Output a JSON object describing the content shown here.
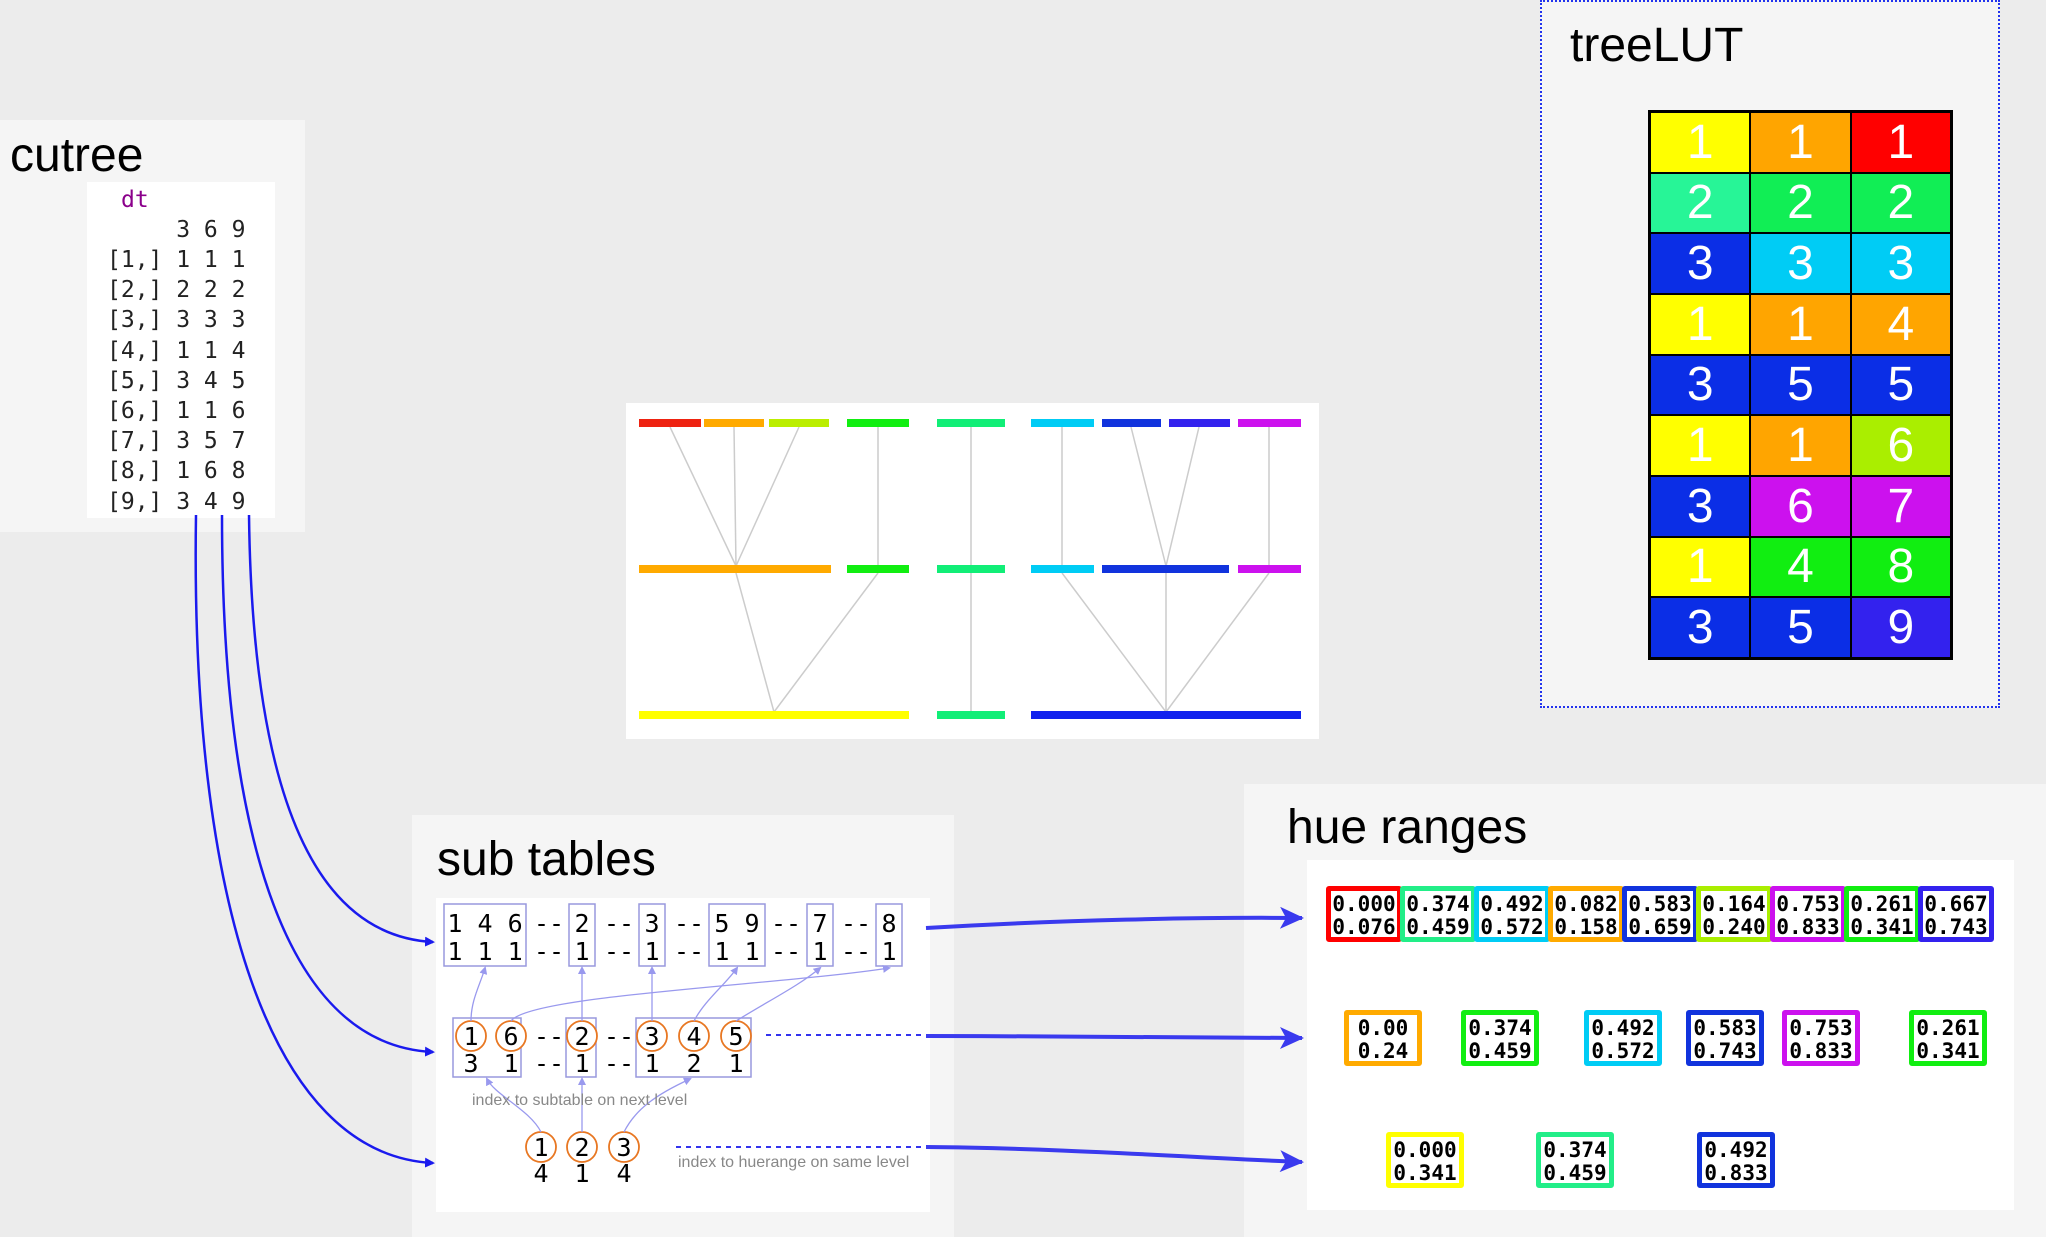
{
  "cutree": {
    "title": "cutree",
    "var_name": "dt",
    "header": "     3 6 9",
    "rows": [
      "[1,] 1 1 1",
      "[2,] 2 2 2",
      "[3,] 3 3 3",
      "[4,] 1 1 4",
      "[5,] 3 4 5",
      "[6,] 1 1 6",
      "[7,] 3 5 7",
      "[8,] 1 6 8",
      "[9,] 3 4 9"
    ]
  },
  "treelut": {
    "title": "treeLUT",
    "cells": [
      [
        {
          "v": "1",
          "c": "#ffff00"
        },
        {
          "v": "1",
          "c": "#ffa500"
        },
        {
          "v": "1",
          "c": "#ff0000"
        }
      ],
      [
        {
          "v": "2",
          "c": "#27f597"
        },
        {
          "v": "2",
          "c": "#11ee55"
        },
        {
          "v": "2",
          "c": "#11ee55"
        }
      ],
      [
        {
          "v": "3",
          "c": "#0b2ee6"
        },
        {
          "v": "3",
          "c": "#00ccf5"
        },
        {
          "v": "3",
          "c": "#00ccf5"
        }
      ],
      [
        {
          "v": "1",
          "c": "#ffff00"
        },
        {
          "v": "1",
          "c": "#ffa500"
        },
        {
          "v": "4",
          "c": "#ffa500"
        }
      ],
      [
        {
          "v": "3",
          "c": "#0b2ee6"
        },
        {
          "v": "5",
          "c": "#0b2ee6"
        },
        {
          "v": "5",
          "c": "#0b2ee6"
        }
      ],
      [
        {
          "v": "1",
          "c": "#ffff00"
        },
        {
          "v": "1",
          "c": "#ffa500"
        },
        {
          "v": "6",
          "c": "#aaee00"
        }
      ],
      [
        {
          "v": "3",
          "c": "#0b2ee6"
        },
        {
          "v": "6",
          "c": "#cc11ee"
        },
        {
          "v": "7",
          "c": "#cc11ee"
        }
      ],
      [
        {
          "v": "1",
          "c": "#ffff00"
        },
        {
          "v": "4",
          "c": "#11ee11"
        },
        {
          "v": "8",
          "c": "#11ee11"
        }
      ],
      [
        {
          "v": "3",
          "c": "#0b2ee6"
        },
        {
          "v": "5",
          "c": "#0b2ee6"
        },
        {
          "v": "9",
          "c": "#3322ee"
        }
      ]
    ]
  },
  "tree": {
    "top": [
      "#ee2211",
      "#ffaa00",
      "#bbee00",
      "#11ee11",
      "#11ee77",
      "#00ccf5",
      "#1133dd",
      "#3322ee",
      "#cc11ee"
    ],
    "mid": [
      "#ffaa00",
      "#11ee11",
      "#11ee77",
      "#00ccf5",
      "#1133dd",
      "#cc11ee"
    ],
    "bottom": [
      "#ffff00",
      "#11ee77",
      "#1122ee"
    ]
  },
  "subtables": {
    "title": "sub tables",
    "level1_top": [
      "1 4 6",
      "2",
      "3",
      "5 9",
      "7",
      "8"
    ],
    "level1_bottom": [
      "1 1 1",
      "1",
      "1",
      "1 1",
      "1",
      "1"
    ],
    "level2_top": [
      "1",
      "6",
      "2",
      "3",
      "4",
      "5"
    ],
    "level2_bottom": [
      "3",
      "1",
      "1",
      "1",
      "2",
      "1"
    ],
    "level3_top": [
      "1",
      "2",
      "3"
    ],
    "level3_bottom": [
      "4",
      "1",
      "4"
    ],
    "sep": "--",
    "note_next": "index to subtable on next level",
    "note_same": "index to huerange on same level"
  },
  "hueranges": {
    "title": "hue ranges",
    "row1": [
      {
        "a": "0.000",
        "b": "0.076",
        "c": "#ff0000"
      },
      {
        "a": "0.374",
        "b": "0.459",
        "c": "#22ee88"
      },
      {
        "a": "0.492",
        "b": "0.572",
        "c": "#00ccf5"
      },
      {
        "a": "0.082",
        "b": "0.158",
        "c": "#ffaa00"
      },
      {
        "a": "0.583",
        "b": "0.659",
        "c": "#1133dd"
      },
      {
        "a": "0.164",
        "b": "0.240",
        "c": "#aaee00"
      },
      {
        "a": "0.753",
        "b": "0.833",
        "c": "#cc11ee"
      },
      {
        "a": "0.261",
        "b": "0.341",
        "c": "#11ee11"
      },
      {
        "a": "0.667",
        "b": "0.743",
        "c": "#3322ee"
      }
    ],
    "row2": [
      {
        "a": "0.00",
        "b": "0.24",
        "c": "#ffaa00"
      },
      {
        "a": "0.374",
        "b": "0.459",
        "c": "#11ee11"
      },
      {
        "a": "0.492",
        "b": "0.572",
        "c": "#00ccf5"
      },
      {
        "a": "0.583",
        "b": "0.743",
        "c": "#1133dd"
      },
      {
        "a": "0.753",
        "b": "0.833",
        "c": "#cc11ee"
      },
      {
        "a": "0.261",
        "b": "0.341",
        "c": "#11ee11"
      }
    ],
    "row3": [
      {
        "a": "0.000",
        "b": "0.341",
        "c": "#ffff00"
      },
      {
        "a": "0.374",
        "b": "0.459",
        "c": "#22ee88"
      },
      {
        "a": "0.492",
        "b": "0.833",
        "c": "#1133dd"
      }
    ]
  },
  "colors": {
    "arrow": "#1a1aee",
    "arrow2": "#4444ee",
    "dotted": "#3333ee",
    "circle": "#e87722",
    "subbox": "#9999dd",
    "link": "#9999ee"
  }
}
